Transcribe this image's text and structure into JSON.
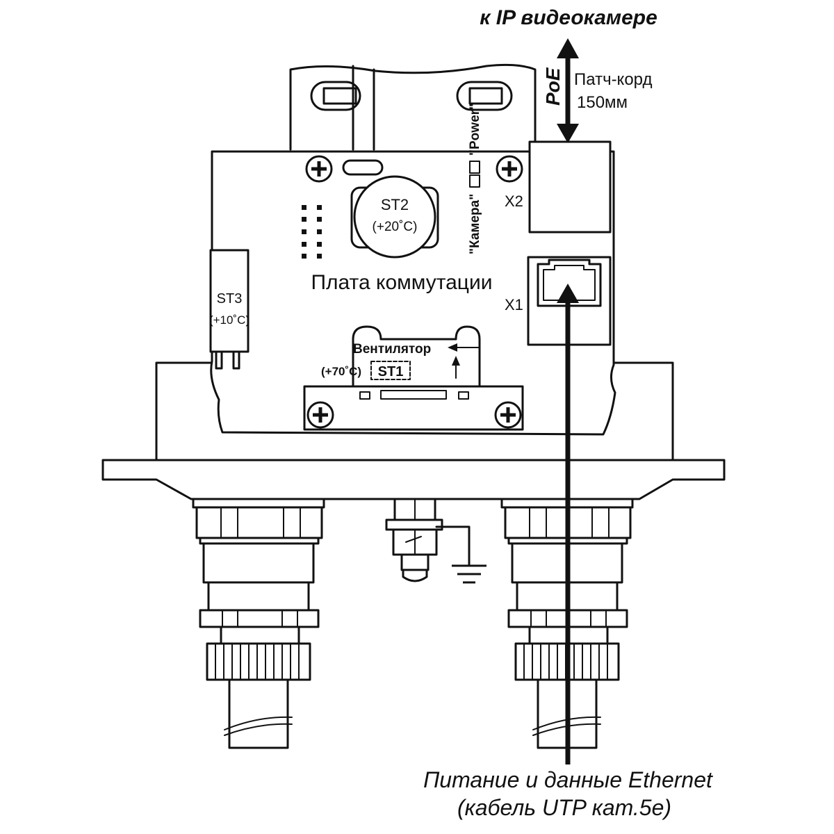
{
  "labels": {
    "to_camera": "к IP видеокамере",
    "poe": "PoE",
    "patch_cord_line1": "Патч-корд",
    "patch_cord_line2": "150мм",
    "x2": "X2",
    "x1": "X1",
    "power_led": "\"Power\"",
    "camera_led": "\"Камера\"",
    "st2": "ST2",
    "st2_temp": "(+20˚C)",
    "st3": "ST3",
    "st3_temp": "(+10˚C)",
    "board": "Плата коммутации",
    "fan": "Вентилятор",
    "st1_temp": "(+70˚C)",
    "st1": "ST1",
    "bottom_line1": "Питание и данные Ethernet",
    "bottom_line2": "(кабель UTP кат.5е)"
  },
  "colors": {
    "stroke": "#111111",
    "background": "#ffffff"
  },
  "icons": [
    "screw-icon",
    "ground-icon",
    "arrow-icon"
  ]
}
